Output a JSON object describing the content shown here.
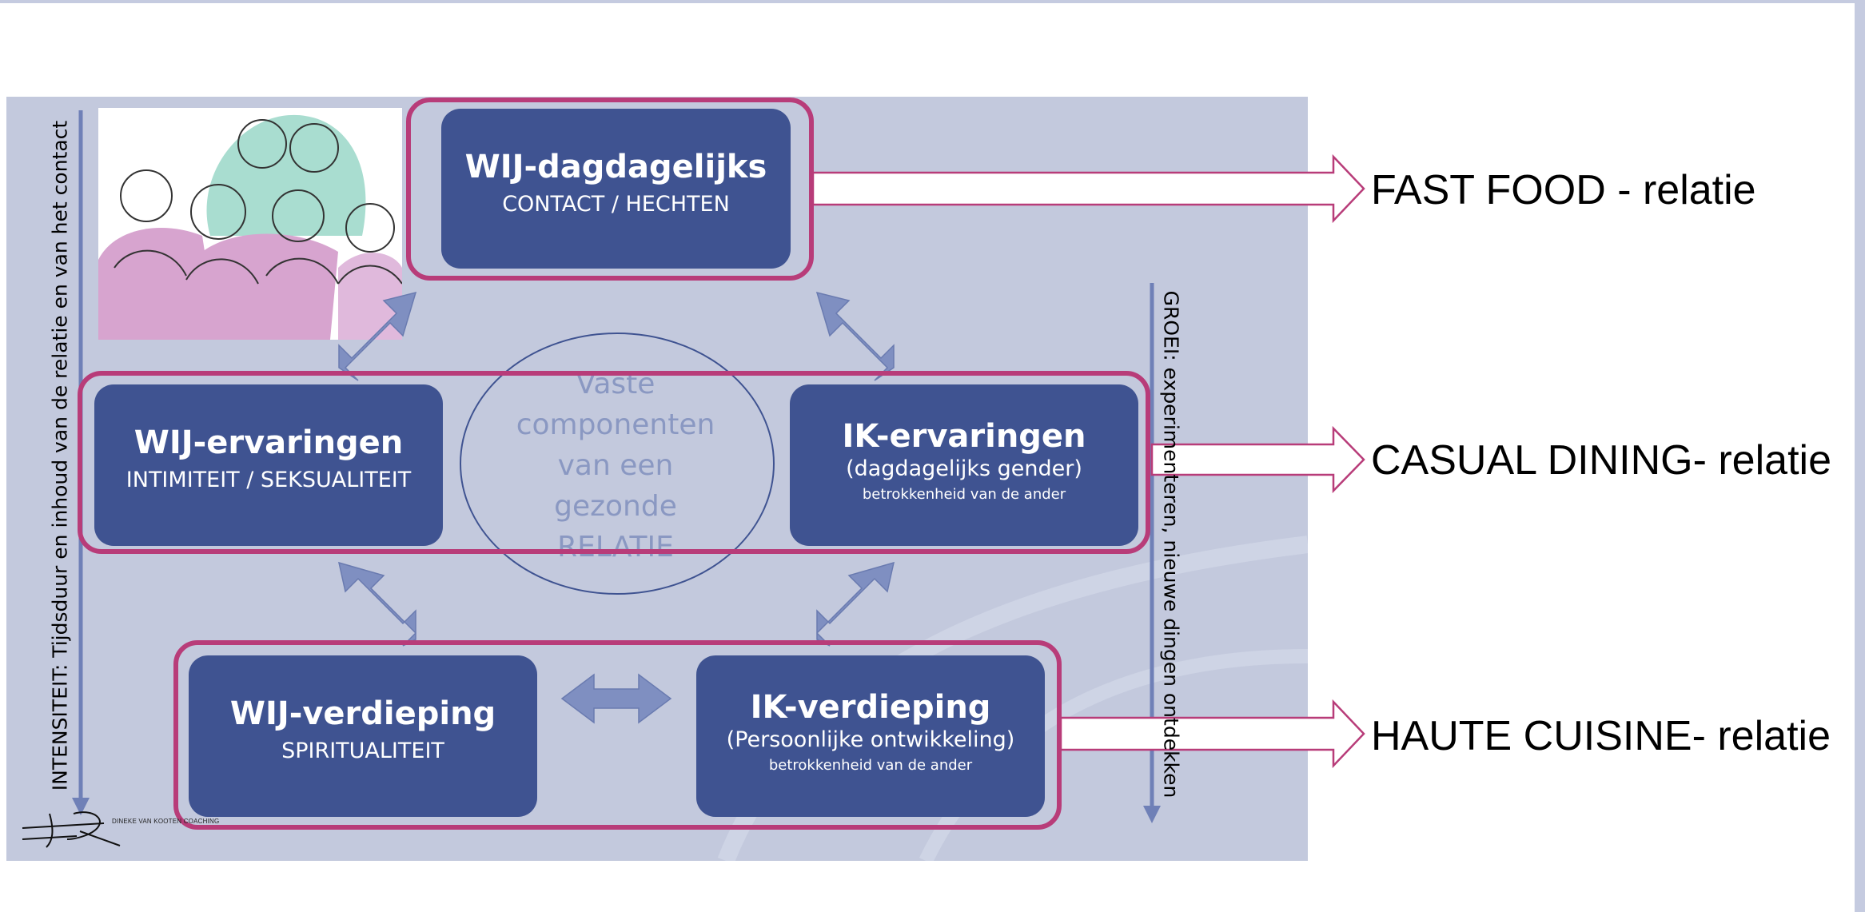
{
  "boxes": {
    "top": {
      "title": "WIJ-dagdagelijks",
      "sub": "CONTACT / HECHTEN"
    },
    "mid_left": {
      "title": "WIJ-ervaringen",
      "sub": "INTIMITEIT / SEKSUALITEIT"
    },
    "mid_right": {
      "title": "IK-ervaringen",
      "sub": "(dagdagelijks gender)",
      "note": "betrokkenheid van de ander"
    },
    "bottom_left": {
      "title": "WIJ-verdieping",
      "sub": "SPIRITUALITEIT"
    },
    "bottom_right": {
      "title": "IK-verdieping",
      "sub": "(Persoonlijke ontwikkeling)",
      "note": "betrokkenheid van de ander"
    }
  },
  "center": {
    "lines": [
      "Vaste",
      "componenten",
      "van een",
      "gezonde",
      "RELATIE"
    ]
  },
  "axes": {
    "left": "INTENSITEIT: Tijdsduur en inhoud van de relatie en van het contact",
    "right": "GROEI: experimenteren, nieuwe dingen ontdekken"
  },
  "outcomes": [
    "FAST FOOD - relatie",
    "CASUAL DINING- relatie",
    "HAUTE CUISINE- relatie"
  ],
  "logo": {
    "text": "DINEKE VAN KOOTEN COACHING"
  },
  "colors": {
    "panel": "#c3c9dd",
    "box": "#3f5391",
    "band": "#b83c79",
    "arrow": "#7f8fc1"
  }
}
